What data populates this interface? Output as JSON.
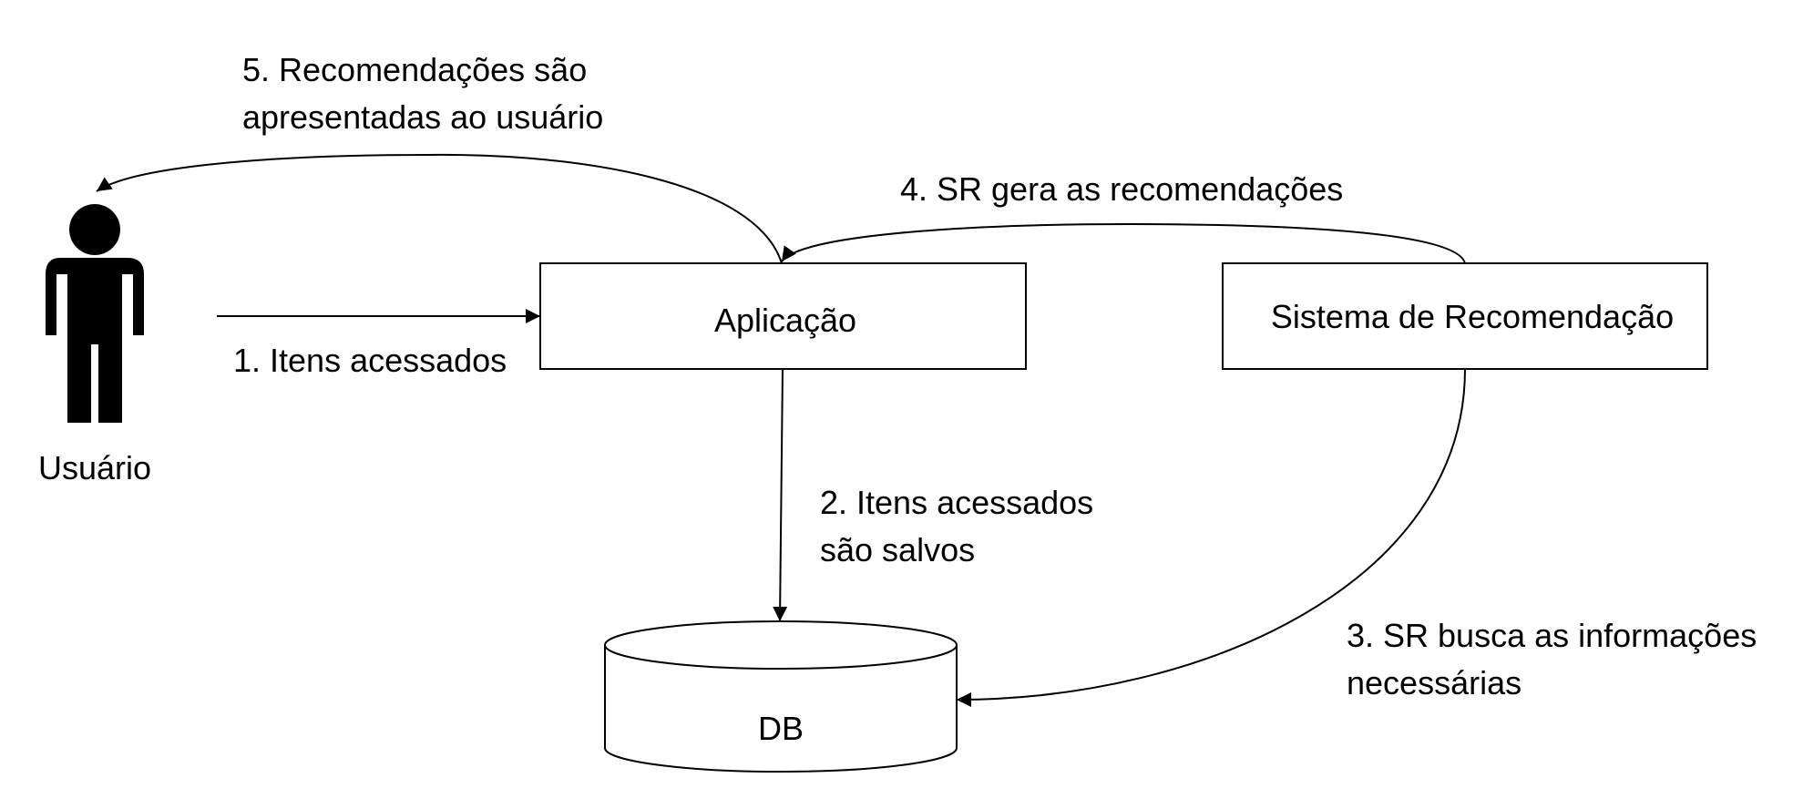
{
  "nodes": {
    "user": {
      "label": "Usuário",
      "icon": "person-icon"
    },
    "app": {
      "label": "Aplicação"
    },
    "recsys": {
      "label": "Sistema de Recomendação"
    },
    "db": {
      "label": "DB",
      "icon": "database-icon"
    }
  },
  "edges": {
    "step1": [
      "1. Itens acessados"
    ],
    "step2": [
      "2. Itens acessados",
      "são salvos"
    ],
    "step3": [
      "3. SR busca as informações",
      "necessárias"
    ],
    "step4": [
      "4. SR gera as recomendações"
    ],
    "step5": [
      "5. Recomendações são",
      "apresentadas ao usuário"
    ]
  },
  "colors": {
    "stroke": "#000000",
    "background": "#ffffff"
  }
}
